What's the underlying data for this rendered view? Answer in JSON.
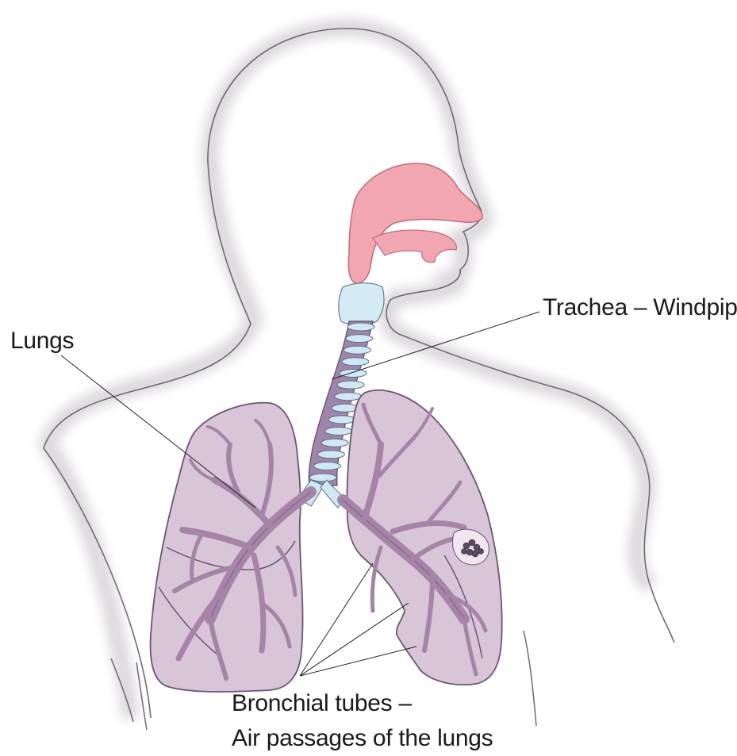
{
  "diagram": {
    "labels": {
      "trachea": "Trachea – Windpipe",
      "lungs": "Lungs",
      "bronchial_line1": "Bronchial tubes –",
      "bronchial_line2": "Air passages of the lungs"
    },
    "colors": {
      "body_outline": "#6f6a72",
      "body_shadow": "#dcd8dc",
      "lung_fill": "#d8c5d8",
      "lung_stroke": "#6a5670",
      "bronchi": "#a584a8",
      "nasal_cavity": "#f2a6b2",
      "trachea_ring": "#cfe8f3",
      "trachea_band": "#9f84ac",
      "leader_line": "#222222"
    }
  }
}
